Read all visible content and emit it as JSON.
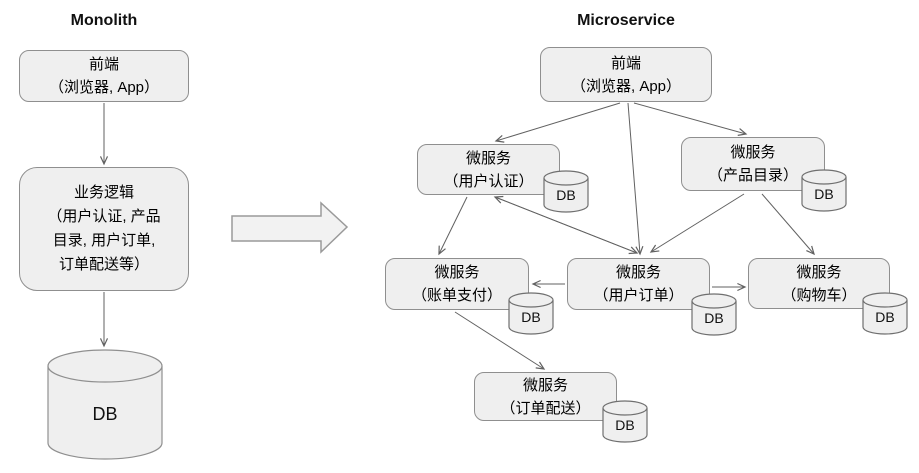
{
  "monolith": {
    "title": "Monolith",
    "frontend": {
      "line1": "前端",
      "line2": "（浏览器, App）"
    },
    "business_logic": {
      "lines": [
        "业务逻辑",
        "（用户认证, 产品",
        "目录, 用户订单,",
        "订单配送等）"
      ]
    },
    "db_label": "DB"
  },
  "microservice": {
    "title": "Microservice",
    "frontend": {
      "line1": "前端",
      "line2": "（浏览器, App）"
    },
    "services": [
      {
        "name": "user-auth",
        "line1": "微服务",
        "line2": "（用户认证）",
        "db_label": "DB"
      },
      {
        "name": "product-catalog",
        "line1": "微服务",
        "line2": "（产品目录）",
        "db_label": "DB"
      },
      {
        "name": "billing-payment",
        "line1": "微服务",
        "line2": "（账单支付）",
        "db_label": "DB"
      },
      {
        "name": "user-orders",
        "line1": "微服务",
        "line2": "（用户订单）",
        "db_label": "DB"
      },
      {
        "name": "shopping-cart",
        "line1": "微服务",
        "line2": "（购物车）",
        "db_label": "DB"
      },
      {
        "name": "order-delivery",
        "line1": "微服务",
        "line2": "（订单配送）",
        "db_label": "DB"
      }
    ]
  },
  "colors": {
    "box_fill": "#efefef",
    "box_border": "#8f8f8f",
    "line": "#616161",
    "arrow_fill": "#f2f2f2"
  }
}
